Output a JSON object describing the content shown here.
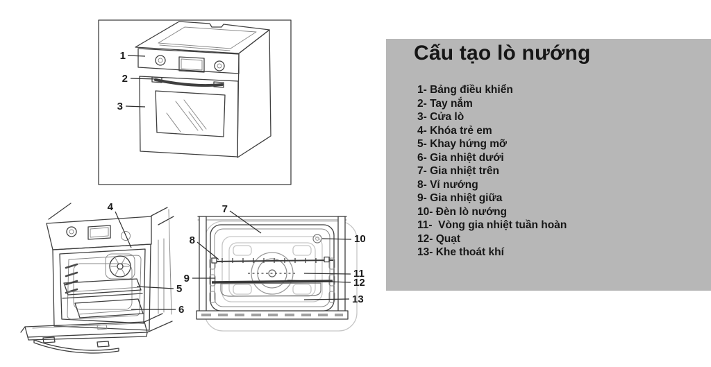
{
  "info_panel": {
    "title": "Cấu tạo lò nướng",
    "items": [
      "1- Bảng điều khiển",
      "2- Tay nắm",
      "3- Cửa lò",
      "4- Khóa trẻ em",
      "5- Khay hứng mỡ",
      "6- Gia nhiệt dưới",
      "7- Gia nhiệt trên",
      "8- Vỉ nướng",
      "9- Gia nhiệt giữa",
      "10- Đèn lò nướng",
      "11-  Vòng gia nhiệt tuần hoàn",
      "12- Quạt",
      "13- Khe thoát khí"
    ]
  },
  "diagrams": {
    "closed_oven": {
      "callouts": [
        "1",
        "2",
        "3"
      ]
    },
    "open_oven": {
      "callouts": [
        "4",
        "5",
        "6"
      ]
    },
    "interior": {
      "callouts": [
        "7",
        "8",
        "9",
        "10",
        "11",
        "12",
        "13"
      ]
    }
  },
  "colors": {
    "panel_bg": "#b7b7b7",
    "line_art": "#3f3f3f",
    "text": "#161616",
    "background": "#ffffff"
  }
}
